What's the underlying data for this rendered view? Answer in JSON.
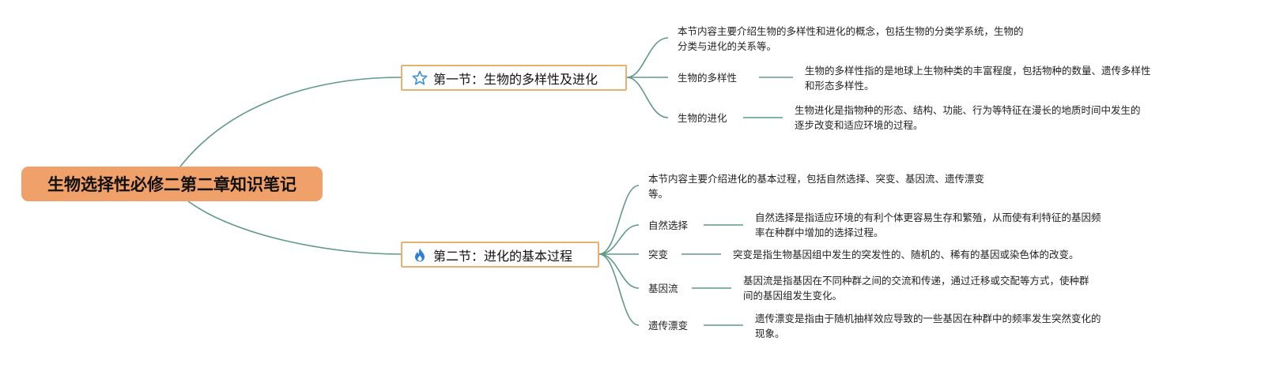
{
  "root": {
    "title": "生物选择性必修二第二章知识笔记"
  },
  "sections": [
    {
      "title": "第一节：生物的多样性及进化",
      "icon": "star-icon",
      "intro": [
        "本节内容主要介绍生物的多样性和进化的概念，包括生物的分类学系统，生物的",
        "分类与进化的关系等。"
      ],
      "items": [
        {
          "label": "生物的多样性",
          "desc": [
            "生物的多样性指的是地球上生物种类的丰富程度，包括物种的数量、遗传多样性",
            "和形态多样性。"
          ]
        },
        {
          "label": "生物的进化",
          "desc": [
            "生物进化是指物种的形态、结构、功能、行为等特征在漫长的地质时间中发生的",
            "逐步改变和适应环境的过程。"
          ]
        }
      ]
    },
    {
      "title": "第二节：进化的基本过程",
      "icon": "fire-icon",
      "intro": [
        "本节内容主要介绍进化的基本过程，包括自然选择、突变、基因流、遗传漂变",
        "等。"
      ],
      "items": [
        {
          "label": "自然选择",
          "desc": [
            "自然选择是指适应环境的有利个体更容易生存和繁殖，从而使有利特征的基因频",
            "率在种群中增加的选择过程。"
          ]
        },
        {
          "label": "突变",
          "desc": [
            "突变是指生物基因组中发生的突发性的、随机的、稀有的基因或染色体的改变。"
          ]
        },
        {
          "label": "基因流",
          "desc": [
            "基因流是指基因在不同种群之间的交流和传递，通过迁移或交配等方式，使种群",
            "间的基因组发生变化。"
          ]
        },
        {
          "label": "遗传漂变",
          "desc": [
            "遗传漂变是指由于随机抽样效应导致的一些基因在种群中的频率发生突然变化的",
            "现象。"
          ]
        }
      ]
    }
  ],
  "colors": {
    "connector": "#5f9a83",
    "root_fill": "#f0a069",
    "section_border": "#e8b170",
    "star": "#3a8fd6",
    "fire": "#2f7fd3"
  }
}
